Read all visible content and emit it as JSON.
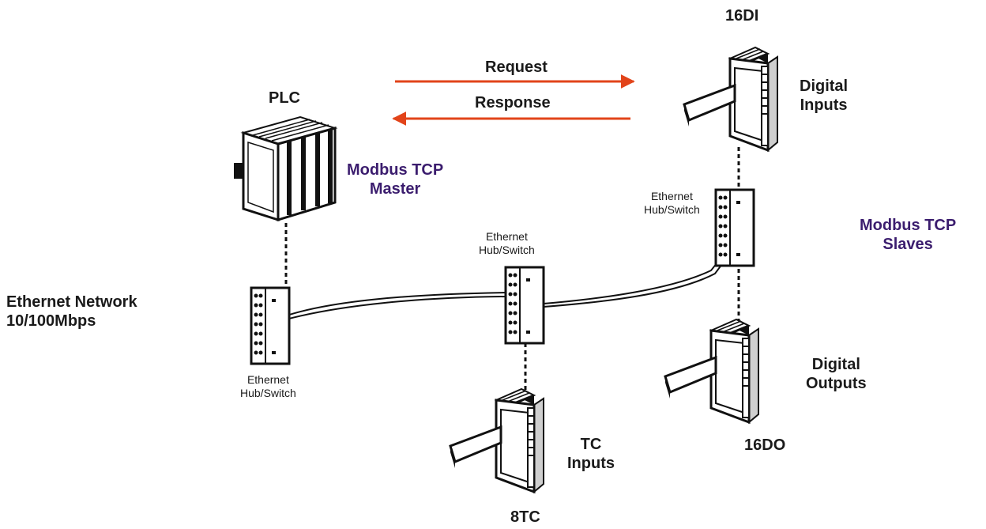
{
  "colors": {
    "arrow": "#e2441a",
    "role_label": "#3b1d6e",
    "text": "#1a1a1a",
    "line": "#1a1a1a"
  },
  "labels": {
    "title_16di": "16DI",
    "plc": "PLC",
    "request": "Request",
    "response": "Response",
    "digital_inputs": "Digital\nInputs",
    "modbus_master": "Modbus TCP\nMaster",
    "modbus_slaves": "Modbus TCP\nSlaves",
    "switch": "Ethernet\nHub/Switch",
    "ethernet_network": "Ethernet Network\n10/100Mbps",
    "digital_outputs": "Digital\nOutputs",
    "title_16do": "16DO",
    "tc_inputs": "TC\nInputs",
    "title_8tc": "8TC"
  },
  "icons": {
    "plc": "plc-rack-icon",
    "module": "io-module-icon",
    "switch": "ethernet-switch-icon"
  }
}
